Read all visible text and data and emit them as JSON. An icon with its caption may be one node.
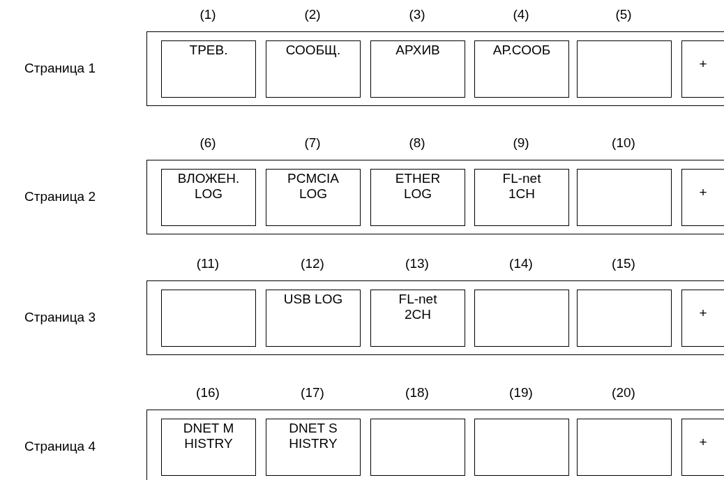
{
  "diagram": {
    "nodes": [
      {
        "text": [],
        "shape": "box",
        "beside": [
          "Страница 1"
        ]
      },
      {
        "text": [
          "ТРЕВ."
        ],
        "in": 0,
        "beside": [
          "(1)"
        ]
      },
      {
        "text": [
          "СООБЩ."
        ],
        "in": 0,
        "beside": [
          "(2)"
        ]
      },
      {
        "text": [
          "АРХИВ"
        ],
        "in": 0,
        "beside": [
          "(3)"
        ]
      },
      {
        "text": [
          "АР.СООБ"
        ],
        "in": 0,
        "beside": [
          "(4)"
        ]
      },
      {
        "text": [],
        "shape": "box",
        "in": 0,
        "beside": [
          "(5)"
        ]
      },
      {
        "text": [
          "+"
        ],
        "in": 0
      },
      {
        "text": [],
        "shape": "box",
        "beside": [
          "Страница 2"
        ]
      },
      {
        "text": [
          "ВЛОЖЕН. LOG"
        ],
        "in": 7,
        "beside": [
          "(6)"
        ]
      },
      {
        "text": [
          "PCMCIA LOG"
        ],
        "in": 7,
        "beside": [
          "(7)"
        ]
      },
      {
        "text": [
          "ETHER LOG"
        ],
        "in": 7,
        "beside": [
          "(8)"
        ]
      },
      {
        "text": [
          "FL-net 1CH"
        ],
        "in": 7,
        "beside": [
          "(9)"
        ]
      },
      {
        "text": [],
        "shape": "box",
        "in": 7,
        "beside": [
          "(10)"
        ]
      },
      {
        "text": [
          "+"
        ],
        "in": 7
      },
      {
        "text": [],
        "shape": "box",
        "beside": [
          "Страница 3"
        ]
      },
      {
        "text": [],
        "shape": "box",
        "in": 14,
        "beside": [
          "(11)"
        ]
      },
      {
        "text": [
          "USB LOG"
        ],
        "in": 14,
        "beside": [
          "(12)"
        ]
      },
      {
        "text": [
          "FL-net 2CH"
        ],
        "in": 14,
        "beside": [
          "(13)"
        ]
      },
      {
        "text": [],
        "shape": "box",
        "in": 14,
        "beside": [
          "(14)"
        ]
      },
      {
        "text": [],
        "shape": "box",
        "in": 14,
        "beside": [
          "(15)"
        ]
      },
      {
        "text": [
          "+"
        ],
        "in": 14
      },
      {
        "text": [],
        "shape": "box",
        "beside": [
          "Страница 4"
        ]
      },
      {
        "text": [
          "DNET M HISTRY"
        ],
        "in": 21,
        "beside": [
          "(16)"
        ]
      },
      {
        "text": [
          "DNET S HISTRY"
        ],
        "in": 21,
        "beside": [
          "(17)"
        ]
      },
      {
        "text": [],
        "shape": "box",
        "in": 21,
        "beside": [
          "(18)"
        ]
      },
      {
        "text": [],
        "shape": "box",
        "in": 21,
        "beside": [
          "(19)"
        ]
      },
      {
        "text": [],
        "shape": "box",
        "in": 21,
        "beside": [
          "(20)"
        ]
      },
      {
        "text": [
          "+"
        ],
        "in": 21
      }
    ],
    "edges": []
  }
}
